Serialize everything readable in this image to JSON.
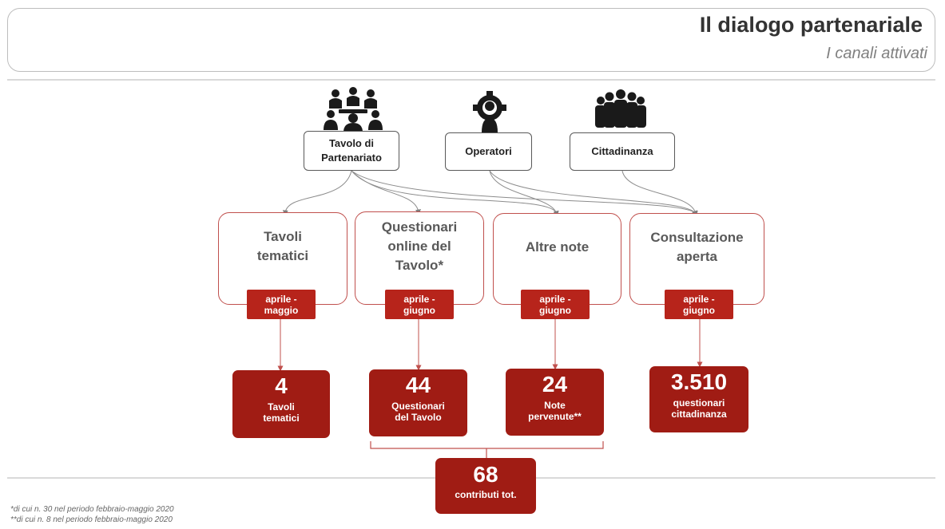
{
  "header": {
    "title": "Il dialogo partenariale",
    "subtitle": "I canali attivati"
  },
  "stakeholders": [
    {
      "label": "Tavolo di\nPartenariato",
      "icon": "meeting-people-icon"
    },
    {
      "label": "Operatori",
      "icon": "operator-gear-icon"
    },
    {
      "label": "Cittadinanza",
      "icon": "crowd-icon"
    }
  ],
  "channels": [
    {
      "label": "Tavoli\ntematici",
      "period": "aprile -\nmaggio"
    },
    {
      "label": "Questionari\nonline del\nTavolo*",
      "period": "aprile -\ngiugno"
    },
    {
      "label": "Altre note",
      "period": "aprile -\ngiugno"
    },
    {
      "label": "Consultazione\naperta",
      "period": "aprile -\ngiugno"
    }
  ],
  "results": [
    {
      "value": "4",
      "label": "Tavoli\ntematici"
    },
    {
      "value": "44",
      "label": "Questionari\ndel Tavolo"
    },
    {
      "value": "24",
      "label": "Note\npervenute**"
    },
    {
      "value": "3.510",
      "label": "questionari\ncittadinanza"
    }
  ],
  "total": {
    "value": "68",
    "label": "contributi tot."
  },
  "footnotes": [
    "*di cui n. 30 nel periodo febbraio-maggio 2020",
    "**di cui n. 8  nel periodo febbraio-maggio 2020"
  ],
  "colors": {
    "accent_dark": "#a01c14",
    "accent": "#b7241b",
    "channel_border": "#c0504d",
    "stakeholder_border": "#595959"
  }
}
